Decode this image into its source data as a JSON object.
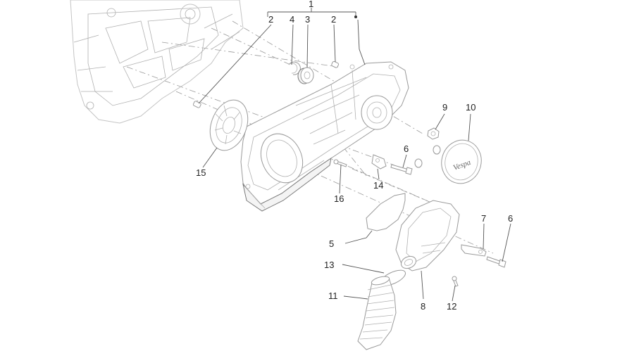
{
  "callouts": {
    "c1": "1",
    "c2a": "2",
    "c4": "4",
    "c3": "3",
    "c2b": "2",
    "c9": "9",
    "c10": "10",
    "c6a": "6",
    "c15": "15",
    "c14": "14",
    "c16": "16",
    "c7": "7",
    "c6b": "6",
    "c5": "5",
    "c13": "13",
    "c8": "8",
    "c12": "12",
    "c11": "11"
  },
  "logo_text": "Vespa"
}
